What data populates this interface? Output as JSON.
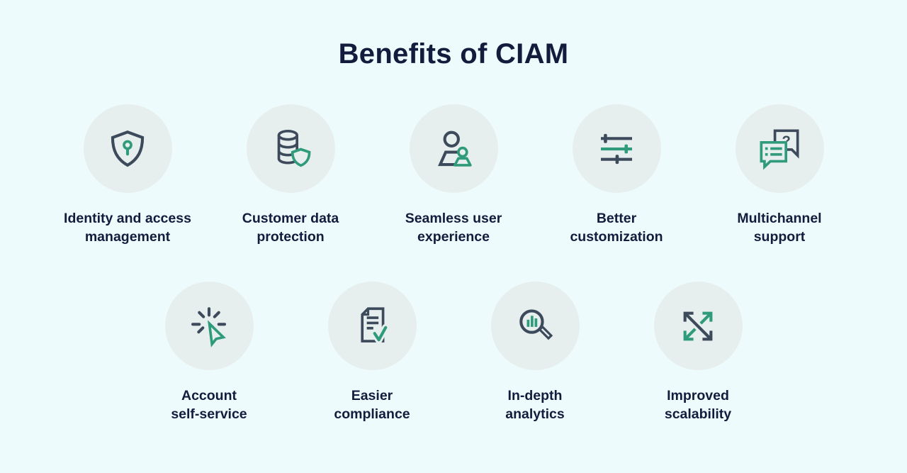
{
  "title": "Benefits of CIAM",
  "colors": {
    "background": "#edfbfc",
    "circle_fill": "#e6efed",
    "icon_dark": "#3d4a5c",
    "icon_green": "#2f9b7a",
    "text": "#141c3d"
  },
  "icon_text": {
    "question_mark": "?"
  },
  "cards": [
    {
      "label": "Identity and access\nmanagement",
      "icon": "shield-key-icon"
    },
    {
      "label": "Customer data\nprotection",
      "icon": "database-shield-icon"
    },
    {
      "label": "Seamless user\nexperience",
      "icon": "users-icon"
    },
    {
      "label": "Better\ncustomization",
      "icon": "sliders-icon"
    },
    {
      "label": "Multichannel\nsupport",
      "icon": "chat-bubbles-question-icon"
    },
    {
      "label": "Account\nself-service",
      "icon": "click-cursor-icon"
    },
    {
      "label": "Easier\ncompliance",
      "icon": "document-check-icon"
    },
    {
      "label": "In-depth\nanalytics",
      "icon": "magnifier-chart-icon"
    },
    {
      "label": "Improved\nscalability",
      "icon": "expand-arrows-icon"
    }
  ]
}
